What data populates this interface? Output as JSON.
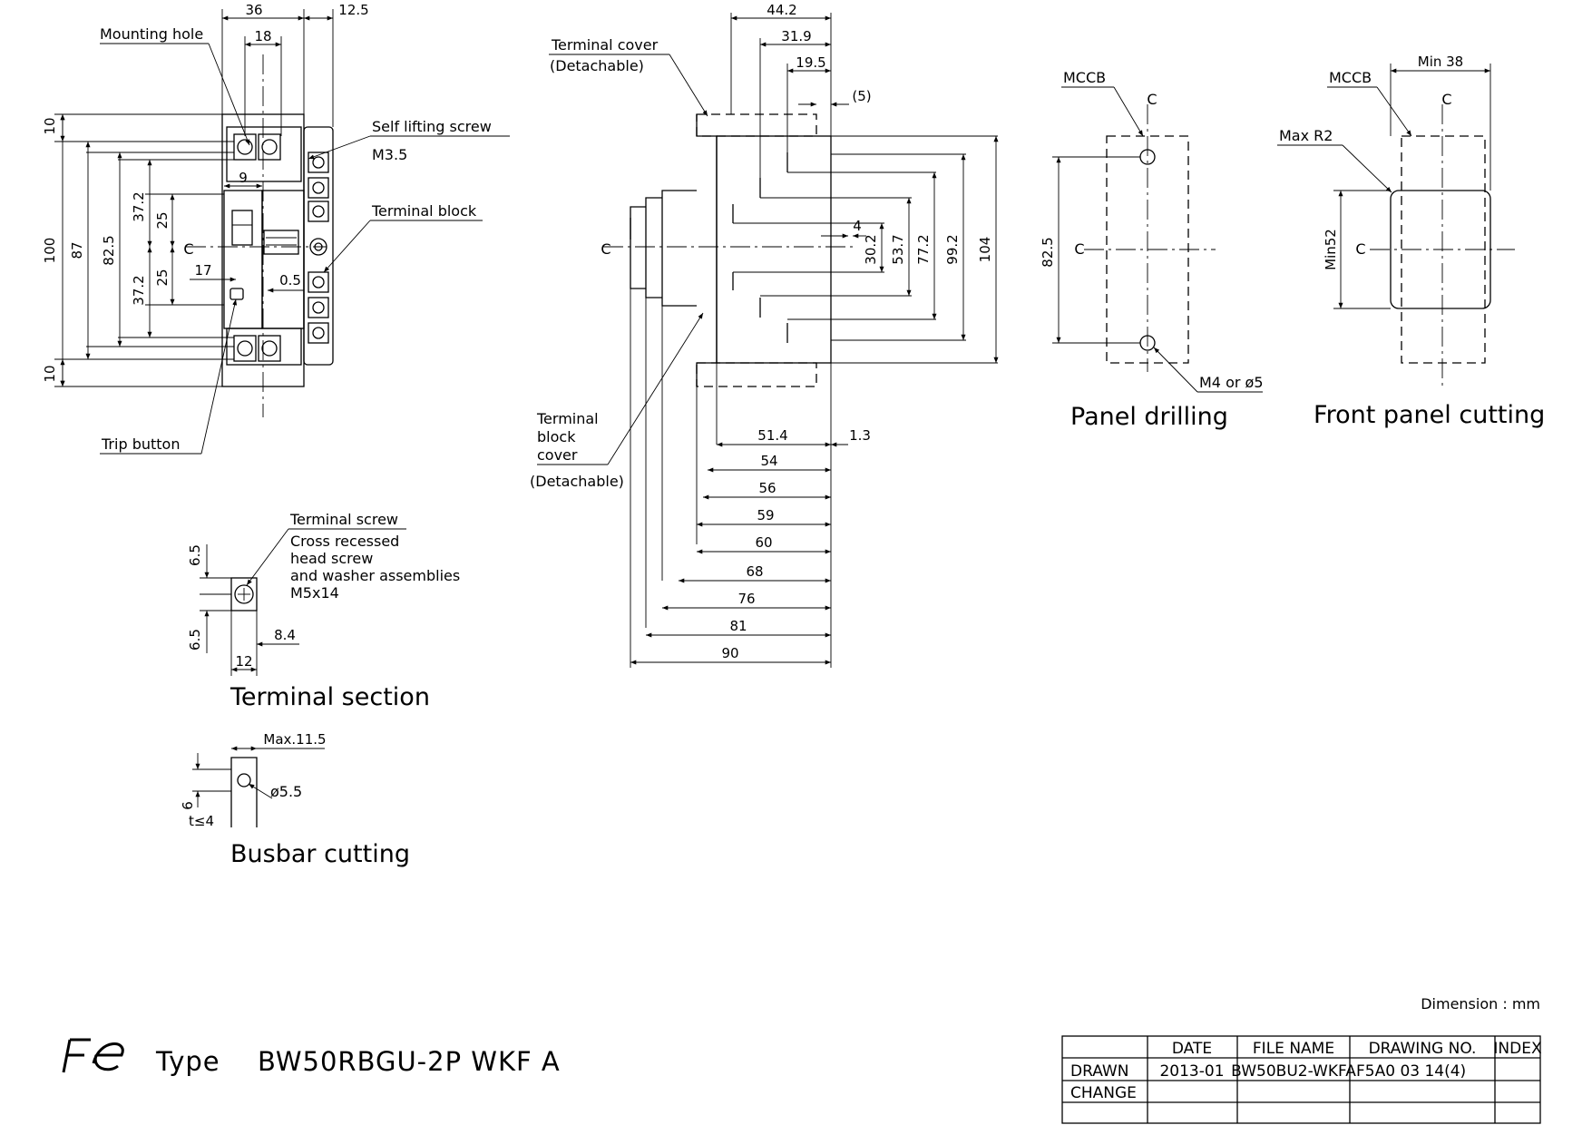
{
  "front_view": {
    "dims_top": [
      "36",
      "18",
      "12.5"
    ],
    "dims_left": [
      "10",
      "100",
      "87",
      "82.5",
      "37.2",
      "37.2",
      "25",
      "25",
      "10"
    ],
    "dims_inner": [
      "9",
      "17",
      "0.5"
    ],
    "labels": {
      "mounting_hole": "Mounting hole",
      "self_lifting_screw": "Self lifting screw",
      "screw_size": "M3.5",
      "terminal_block": "Terminal block",
      "trip_button": "Trip button"
    }
  },
  "side_view": {
    "dims_top": [
      "44.2",
      "31.9",
      "19.5",
      "(5)"
    ],
    "dims_right": [
      "4",
      "30.2",
      "53.7",
      "77.2",
      "99.2",
      "104"
    ],
    "dims_bottom": [
      "51.4",
      "1.3",
      "54",
      "56",
      "59",
      "60",
      "68",
      "76",
      "81",
      "90"
    ],
    "labels": {
      "terminal_cover": "Terminal cover",
      "terminal_cover_note": "(Detachable)",
      "tb_cover_1": "Terminal",
      "tb_cover_2": "block",
      "tb_cover_3": "cover",
      "tb_cover_note": "(Detachable)"
    }
  },
  "panel_drilling": {
    "mccb_label": "MCCB",
    "dim": "82.5",
    "hole_label": "M4 or ø5",
    "caption": "Panel drilling"
  },
  "front_panel_cutting": {
    "mccb_label": "MCCB",
    "min_width": "Min 38",
    "radius": "Max R2",
    "min_height": "Min52",
    "caption": "Front panel cutting"
  },
  "terminal_section": {
    "title": "Terminal screw",
    "desc": [
      "Cross recessed",
      "head screw",
      "and washer assemblies",
      "M5x14"
    ],
    "dims": [
      "6.5",
      "6.5",
      "8.4",
      "12"
    ],
    "caption": "Terminal section"
  },
  "busbar_cutting": {
    "max_width": "Max.11.5",
    "hole": "ø5.5",
    "dim": "6",
    "thickness": "t≤4",
    "caption": "Busbar cutting"
  },
  "centerline_symbol": "C",
  "unit_note": "Dimension : mm",
  "type_line": {
    "prefix": "Type",
    "model": "BW50RBGU-2P WKF A"
  },
  "title_block": {
    "headers": [
      "DATE",
      "FILE NAME",
      "DRAWING NO.",
      "INDEX"
    ],
    "rows": [
      {
        "label": "DRAWN",
        "date": "2013-01",
        "file": "BW50BU2-WKFA",
        "drawing": "F5A0 03 14(4)",
        "index": ""
      },
      {
        "label": "CHANGE",
        "date": "",
        "file": "",
        "drawing": "",
        "index": ""
      }
    ]
  }
}
